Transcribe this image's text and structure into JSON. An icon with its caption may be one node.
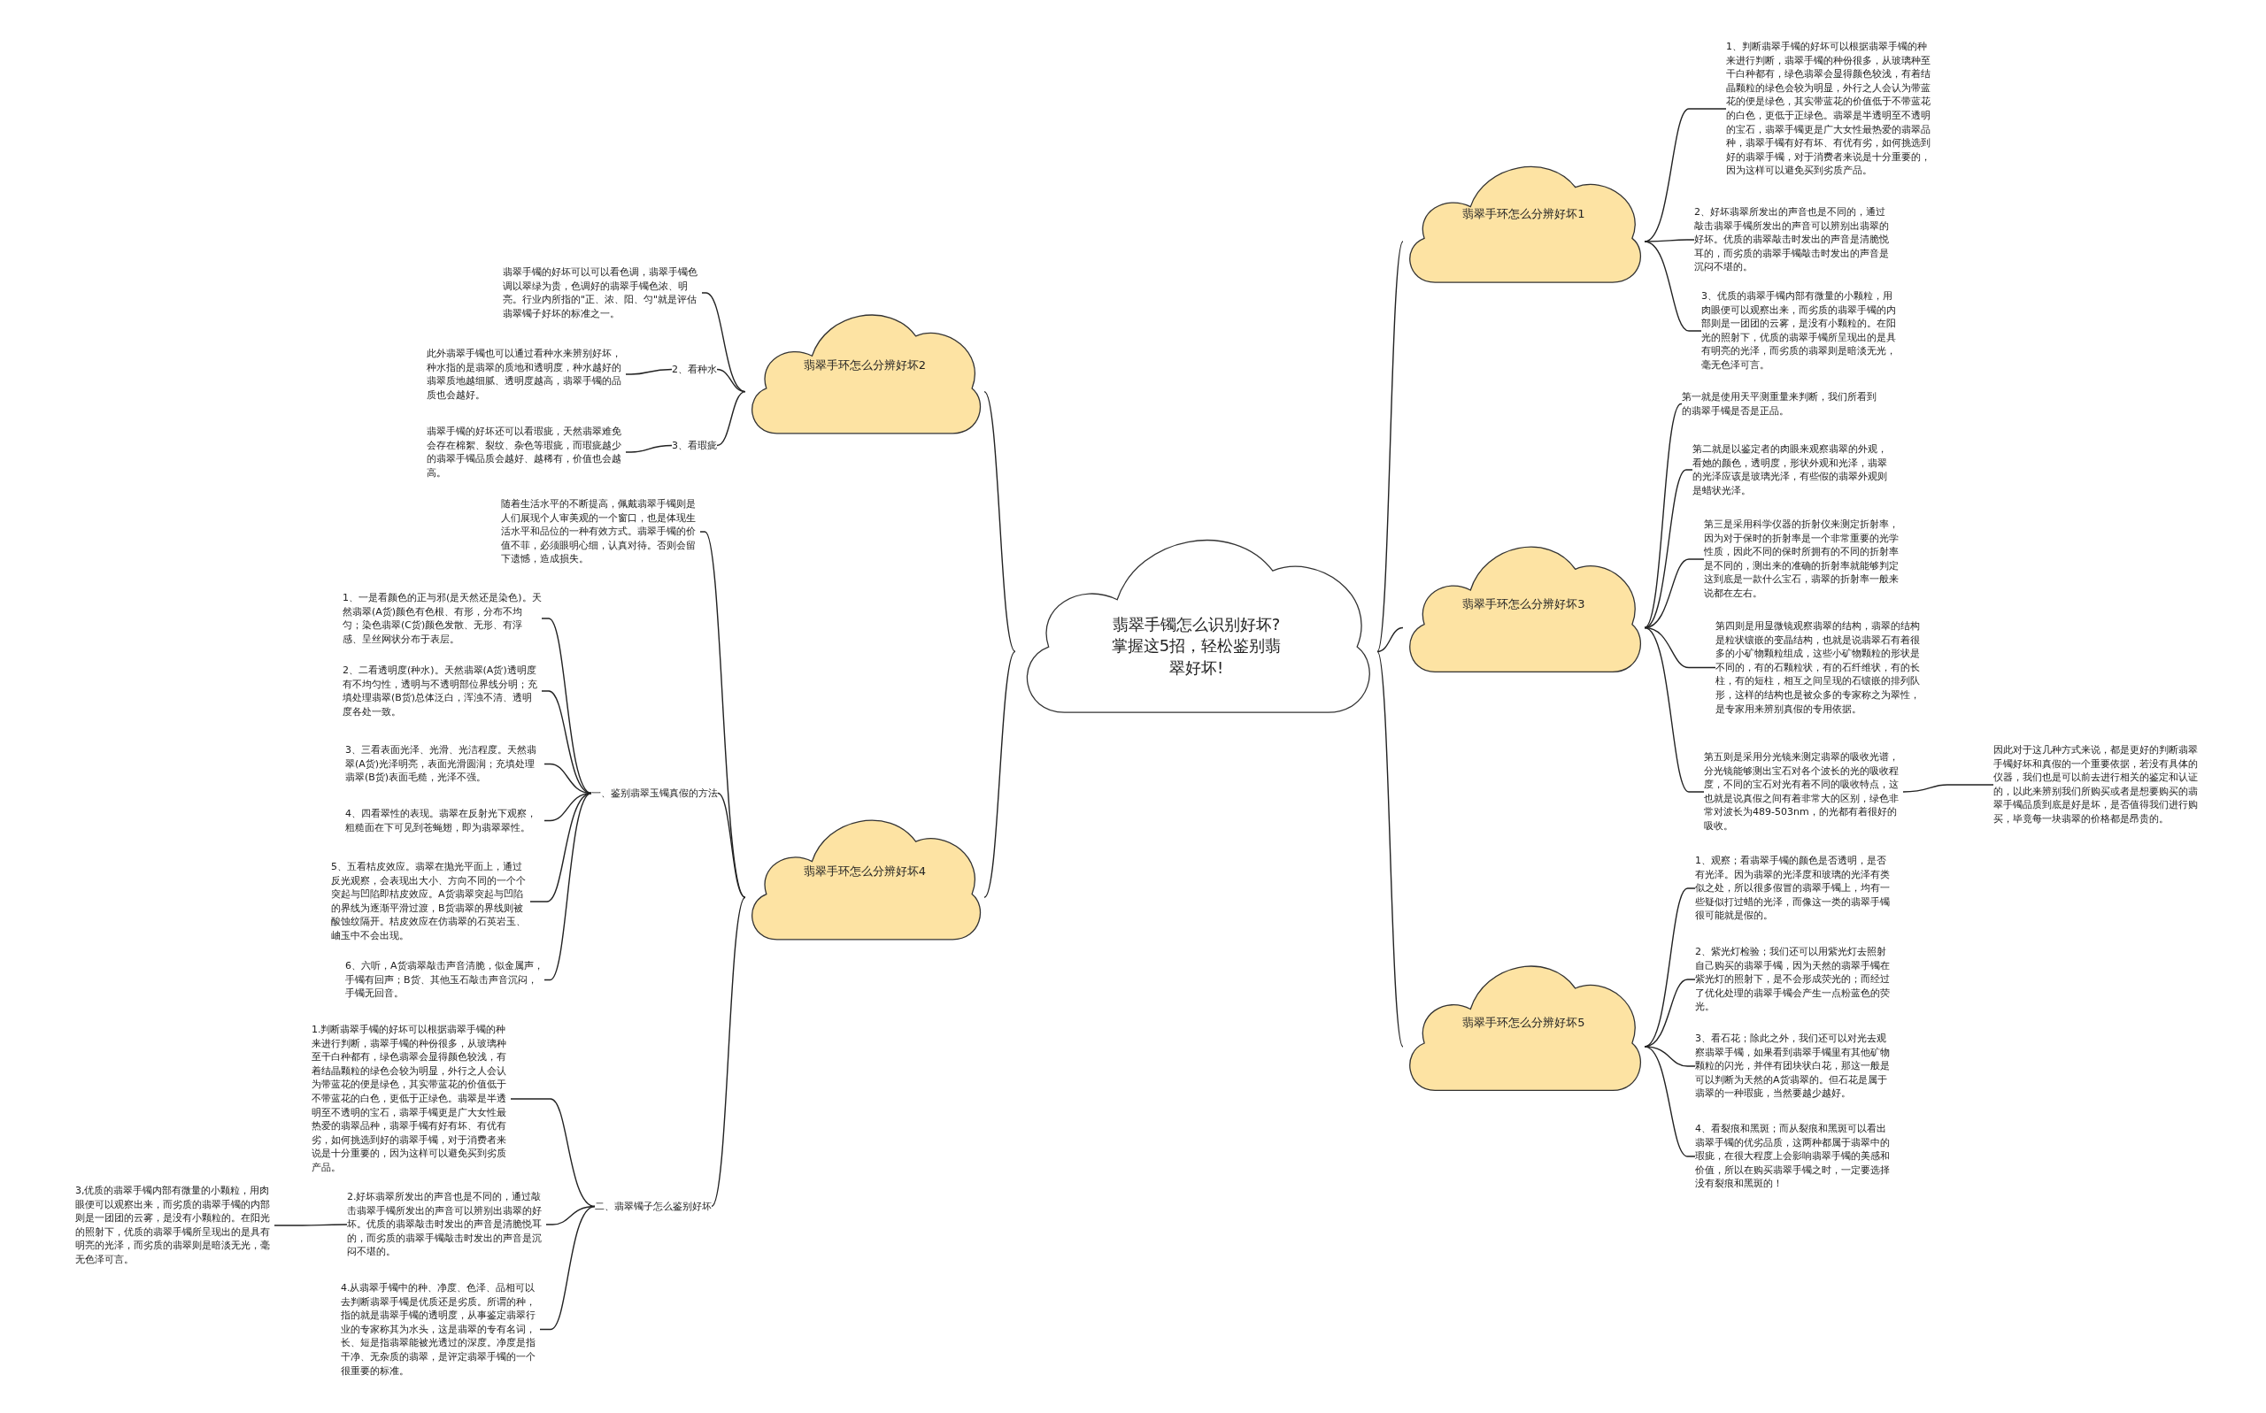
{
  "diagram": {
    "nodes": [
      {
        "text": [
          "翡翠手镯怎么识别好坏?掌握这5招，轻松鉴别翡翠好坏!"
        ]
      },
      {
        "text": [
          "翡翠手环怎么分辨好坏1"
        ]
      },
      {
        "text": [
          "1、判断翡翠手镯的好坏可以根据翡翠手镯的种来进行判断，翡翠手镯的种份很多，从玻璃种至干白种都有，绿色翡翠会显得颜色较浅，有着结晶颗粒的绿色会较为明显，外行之人会认为带蓝花的便是绿色，其实带蓝花的价值低于不带蓝花的白色，更低于正绿色。翡翠是半透明至不透明的宝石，翡翠手镯更是广大女性最热爱的翡翠品种，翡翠手镯有好有坏、有优有劣，如何挑选到好的翡翠手镯，对于消费者来说是十分重要的，因为这样可以避免买到劣质产品。"
        ]
      },
      {
        "text": [
          "2、好坏翡翠所发出的声音也是不同的，通过敲击翡翠手镯所发出的声音可以辨别出翡翠的好坏。优质的翡翠敲击时发出的声音是清脆悦耳的，而劣质的翡翠手镯敲击时发出的声音是沉闷不堪的。"
        ]
      },
      {
        "text": [
          "3、优质的翡翠手镯内部有微量的小颗粒，用肉眼便可以观察出来，而劣质的翡翠手镯的内部则是一团团的云雾，是没有小颗粒的。在阳光的照射下，优质的翡翠手镯所呈现出的是具有明亮的光泽，而劣质的翡翠则是暗淡无光，毫无色泽可言。"
        ]
      },
      {
        "text": [
          "翡翠手环怎么分辨好坏2"
        ]
      },
      {
        "text": [
          "翡翠手镯的好坏可以可以看色调，翡翠手镯色调以翠绿为贵，色调好的翡翠手镯色浓、明亮。行业内所指的\"正、浓、阳、匀\"就是评估翡翠镯子好坏的标准之一。"
        ]
      },
      {
        "text": [
          "2、看种水"
        ]
      },
      {
        "text": [
          "此外翡翠手镯也可以通过看种水来辨别好坏，种水指的是翡翠的质地和透明度，种水越好的翡翠质地越细腻、透明度越高，翡翠手镯的品质也会越好。"
        ]
      },
      {
        "text": [
          "3、看瑕疵"
        ]
      },
      {
        "text": [
          "翡翠手镯的好坏还可以看瑕疵，天然翡翠难免会存在棉絮、裂纹、杂色等瑕疵，而瑕疵越少的翡翠手镯品质会越好、越稀有，价值也会越高。"
        ]
      },
      {
        "text": [
          "翡翠手环怎么分辨好坏3"
        ]
      },
      {
        "text": [
          "第一就是使用天平测重量来判断，我们所看到的翡翠手镯是否是正品。"
        ]
      },
      {
        "text": [
          "第二就是以鉴定者的肉眼来观察翡翠的外观，看她的颜色，透明度，形状外观和光泽，翡翠的光泽应该是玻璃光泽，有些假的翡翠外观则是蜡状光泽。"
        ]
      },
      {
        "text": [
          "第三是采用科学仪器的折射仪来测定折射率，因为对于保时的折射率是一个非常重要的光学性质，因此不同的保时所拥有的不同的折射率是不同的，测出来的准确的折射率就能够判定这到底是一款什么宝石，翡翠的折射率一般来说都在左右。"
        ]
      },
      {
        "text": [
          "第四则是用显微镜观察翡翠的结构，翡翠的结构是粒状镶嵌的变晶结构，也就是说翡翠石有着很多的小矿物颗粒组成，这些小矿物颗粒的形状是不同的，有的石颗粒状，有的石纤维状，有的长柱，有的短柱，相互之间呈现的石镶嵌的排列队形，这样的结构也是被众多的专家称之为翠性，是专家用来辨别真假的专用依据。"
        ]
      },
      {
        "text": [
          "第五则是采用分光镜来测定翡翠的吸收光谱，分光镜能够测出宝石对各个波长的光的吸收程度，不同的宝石对光有着不同的吸收特点，这也就是说真假之间有着非常大的区别，绿色非常对波长为489-503nm，的光都有着很好的吸收。"
        ]
      },
      {
        "text": [
          "因此对于这几种方式来说，都是更好的判断翡翠手镯好坏和真假的一个重要依据，若没有具体的仪器，我们也是可以前去进行相关的鉴定和认证的，以此来辨别我们所购买或者是想要购买的翡翠手镯品质到底是好是坏，是否值得我们进行购买，毕竟每一块翡翠的价格都是昂贵的。"
        ]
      },
      {
        "text": [
          "翡翠手环怎么分辨好坏4"
        ]
      },
      {
        "text": [
          "随着生活水平的不断提高，佩戴翡翠手镯则是人们展现个人审美观的一个窗口，也是体现生活水平和品位的一种有效方式。翡翠手镯的价值不菲，必须眼明心细，认真对待。否则会留下遗憾，造成损失。"
        ]
      },
      {
        "text": [
          "一、鉴别翡翠玉镯真假的方法"
        ]
      },
      {
        "text": [
          "1、一是看颜色的正与邪(是天然还是染色)。天然翡翠(A货)颜色有色根、有形，分布不均匀；染色翡翠(C货)颜色发散、无形、有浮感、呈丝网状分布于表层。"
        ]
      },
      {
        "text": [
          "2、二看透明度(种水)。天然翡翠(A货)透明度有不均匀性，透明与不透明部位界线分明；充填处理翡翠(B货)总体泛白，浑浊不清、透明度各处一致。"
        ]
      },
      {
        "text": [
          "3、三看表面光泽、光滑、光洁程度。天然翡翠(A货)光泽明亮，表面光滑圆润；充填处理翡翠(B货)表面毛糙，光泽不强。"
        ]
      },
      {
        "text": [
          "4、四看翠性的表现。翡翠在反射光下观察，粗糙面在下可见到苍蝇翅，即为翡翠翠性。"
        ]
      },
      {
        "text": [
          "5、五看桔皮效应。翡翠在抛光平面上，通过反光观察，会表现出大小、方向不同的一个个突起与凹陷即桔皮效应。A货翡翠突起与凹陷的界线为逐渐平滑过渡，B货翡翠的界线则被酸蚀纹隔开。桔皮效应在仿翡翠的石英岩玉、岫玉中不会出现。"
        ]
      },
      {
        "text": [
          "6、六听，A货翡翠敲击声音清脆，似金属声，手镯有回声；B货、其他玉石敲击声音沉闷，手镯无回音。"
        ]
      },
      {
        "text": [
          "二、翡翠镯子怎么鉴别好坏"
        ]
      },
      {
        "text": [
          "1.判断翡翠手镯的好坏可以根据翡翠手镯的种来进行判断，翡翠手镯的种份很多，从玻璃种至干白种都有，绿色翡翠会显得颜色较浅，有着结晶颗粒的绿色会较为明显，外行之人会认为带蓝花的便是绿色，其实带蓝花的价值低于不带蓝花的白色，更低于正绿色。翡翠是半透明至不透明的宝石，翡翠手镯更是广大女性最热爱的翡翠品种，翡翠手镯有好有坏、有优有劣，如何挑选到好的翡翠手镯，对于消费者来说是十分重要的，因为这样可以避免买到劣质产品。"
        ]
      },
      {
        "text": [
          "2.好坏翡翠所发出的声音也是不同的，通过敲击翡翠手镯所发出的声音可以辨别出翡翠的好坏。优质的翡翠敲击时发出的声音是清脆悦耳的，而劣质的翡翠手镯敲击时发出的声音是沉闷不堪的。"
        ]
      },
      {
        "text": [
          "3,优质的翡翠手镯内部有微量的小颗粒，用肉眼便可以观察出来，而劣质的翡翠手镯的内部则是一团团的云雾，是没有小颗粒的。在阳光的照射下，优质的翡翠手镯所呈现出的是具有明亮的光泽，而劣质的翡翠则是暗淡无光，毫无色泽可言。"
        ]
      },
      {
        "text": [
          "4.从翡翠手镯中的种、净度、色泽、品相可以去判断翡翠手镯是优质还是劣质。所谓的种，指的就是翡翠手镯的透明度，从事鉴定翡翠行业的专家称其为水头，这是翡翠的专有名词，长、短是指翡翠能被光透过的深度。净度是指干净、无杂质的翡翠，是评定翡翠手镯的一个很重要的标准。"
        ]
      },
      {
        "text": [
          "翡翠手环怎么分辨好坏5"
        ]
      },
      {
        "text": [
          "1、观察；看翡翠手镯的颜色是否透明，是否有光泽。因为翡翠的光泽度和玻璃的光泽有类似之处，所以很多假冒的翡翠手镯上，均有一些疑似打过蜡的光泽，而像这一类的翡翠手镯很可能就是假的。"
        ]
      },
      {
        "text": [
          "2、紫光灯检验；我们还可以用紫光灯去照射自己购买的翡翠手镯，因为天然的翡翠手镯在紫光灯的照射下，是不会形成荧光的；而经过了优化处理的翡翠手镯会产生一点粉蓝色的荧光。"
        ]
      },
      {
        "text": [
          "3、看石花；除此之外，我们还可以对光去观察翡翠手镯，如果看到翡翠手镯里有其他矿物颗粒的闪光，并伴有团块状白花，那这一般是可以判断为天然的A货翡翠的。但石花是属于翡翠的一种瑕疵，当然要越少越好。"
        ]
      },
      {
        "text": [
          "4、看裂痕和黑斑；而从裂痕和黑斑可以看出翡翠手镯的优劣品质，这两种都属于翡翠中的瑕疵，在很大程度上会影响翡翠手镯的美感和价值，所以在购买翡翠手镯之时，一定要选择没有裂痕和黑斑的！"
        ]
      }
    ],
    "edges": [
      {
        "from": 0,
        "to": 1,
        "arrow": "none"
      },
      {
        "from": 0,
        "to": 5,
        "arrow": "none"
      },
      {
        "from": 0,
        "to": 11,
        "arrow": "none"
      },
      {
        "from": 0,
        "to": 18,
        "arrow": "none"
      },
      {
        "from": 0,
        "to": 32,
        "arrow": "none"
      },
      {
        "from": 1,
        "to": 2,
        "arrow": "none"
      },
      {
        "from": 1,
        "to": 3,
        "arrow": "none"
      },
      {
        "from": 1,
        "to": 4,
        "arrow": "none"
      },
      {
        "from": 5,
        "to": 6,
        "arrow": "none"
      },
      {
        "from": 5,
        "to": 7,
        "arrow": "none"
      },
      {
        "from": 5,
        "to": 9,
        "arrow": "none"
      },
      {
        "from": 7,
        "to": 8,
        "arrow": "none"
      },
      {
        "from": 9,
        "to": 10,
        "arrow": "none"
      },
      {
        "from": 11,
        "to": 12,
        "arrow": "none"
      },
      {
        "from": 11,
        "to": 13,
        "arrow": "none"
      },
      {
        "from": 11,
        "to": 14,
        "arrow": "none"
      },
      {
        "from": 11,
        "to": 15,
        "arrow": "none"
      },
      {
        "from": 11,
        "to": 16,
        "arrow": "none"
      },
      {
        "from": 16,
        "to": 17,
        "arrow": "none"
      },
      {
        "from": 18,
        "to": 19,
        "arrow": "none"
      },
      {
        "from": 18,
        "to": 20,
        "arrow": "none"
      },
      {
        "from": 18,
        "to": 27,
        "arrow": "none"
      },
      {
        "from": 20,
        "to": 21,
        "arrow": "none"
      },
      {
        "from": 20,
        "to": 22,
        "arrow": "none"
      },
      {
        "from": 20,
        "to": 23,
        "arrow": "none"
      },
      {
        "from": 20,
        "to": 24,
        "arrow": "none"
      },
      {
        "from": 20,
        "to": 25,
        "arrow": "none"
      },
      {
        "from": 20,
        "to": 26,
        "arrow": "none"
      },
      {
        "from": 27,
        "to": 28,
        "arrow": "none"
      },
      {
        "from": 27,
        "to": 29,
        "arrow": "none"
      },
      {
        "from": 27,
        "to": 31,
        "arrow": "none"
      },
      {
        "from": 29,
        "to": 30,
        "arrow": "none"
      },
      {
        "from": 32,
        "to": 33,
        "arrow": "none"
      },
      {
        "from": 32,
        "to": 34,
        "arrow": "none"
      },
      {
        "from": 32,
        "to": 35,
        "arrow": "none"
      },
      {
        "from": 32,
        "to": 36,
        "arrow": "none"
      }
    ]
  }
}
